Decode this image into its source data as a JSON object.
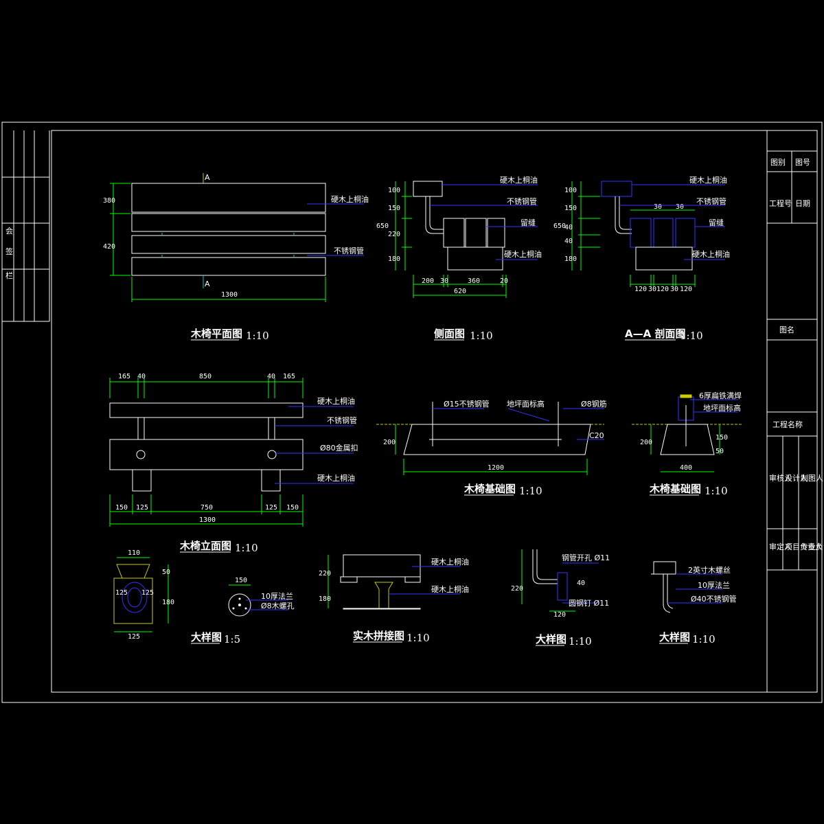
{
  "plan": {
    "title": "木椅平面图",
    "scale": "1:10",
    "dims": {
      "w": "1300",
      "h1": "380",
      "h2": "420"
    },
    "section_mark": "A",
    "labels": {
      "wood": "硬木上桐油",
      "pipe": "不锈钢管"
    }
  },
  "side": {
    "title": "侧面图",
    "scale": "1:10",
    "vdims": [
      "100",
      "150",
      "220",
      "180"
    ],
    "total": "650",
    "hdims": [
      "200",
      "30",
      "360",
      "20"
    ],
    "width": "620",
    "labels": {
      "wood": "硬木上桐油",
      "pipe": "不锈钢管",
      "gap": "留缝",
      "wood2": "硬木上桐油"
    }
  },
  "section": {
    "title": "A—A 剖面图",
    "scale": "1:10",
    "vdims": [
      "100",
      "150",
      "40",
      "40",
      "180"
    ],
    "total": "650",
    "top_dims": [
      "30",
      "30"
    ],
    "hdims": [
      "120",
      "30",
      "120",
      "30",
      "120"
    ],
    "labels": {
      "wood": "硬木上桐油",
      "pipe": "不锈钢管",
      "gap": "留缝",
      "wood2": "硬木上桐油"
    }
  },
  "elevation": {
    "title": "木椅立面图",
    "scale": "1:10",
    "top_dims": [
      "165",
      "40",
      "850",
      "40",
      "165"
    ],
    "bottom_dims": [
      "150",
      "125",
      "750",
      "125",
      "150"
    ],
    "total": "1300",
    "labels": {
      "wood": "硬木上桐油",
      "pipe": "不锈钢管",
      "cap": "Ø80金属扣",
      "wood2": "硬木上桐油"
    }
  },
  "foundation1": {
    "title": "木椅基础图",
    "scale": "1:10",
    "labels": {
      "pipe": "Ø15不锈钢管",
      "ground": "地坪面标高",
      "rebar": "Ø8钢筋",
      "concrete": "C20"
    },
    "dims": {
      "h": "200",
      "w": "1200"
    }
  },
  "foundation2": {
    "title": "木椅基础图",
    "scale": "1:10",
    "labels": {
      "plate": "6厚扁铁满焊",
      "ground": "地坪面标高"
    },
    "dims": {
      "h": "200",
      "h2": "150",
      "h3": "50",
      "w": "400"
    }
  },
  "detail1": {
    "title": "大样图",
    "scale": "1:5",
    "dims": {
      "top": "110",
      "side1": "50",
      "side2": "180",
      "bottom": "125",
      "l": "125",
      "r": "125"
    }
  },
  "detail_flange": {
    "dim": "150",
    "labels": {
      "flange": "10厚法兰",
      "hole": "Ø8木螺孔"
    }
  },
  "detail2": {
    "title": "实木拼接图",
    "scale": "1:10",
    "dims": {
      "h1": "220",
      "h2": "180"
    },
    "labels": {
      "wood": "硬木上桐油",
      "wood2": "硬木上桐油"
    }
  },
  "detail3": {
    "title": "大样图",
    "scale": "1:10",
    "labels": {
      "hole": "钢管开孔 Ø11",
      "nail": "圆钢钉 Ø11"
    },
    "dims": {
      "h": "220",
      "w": "120",
      "s": "40"
    }
  },
  "detail4": {
    "title": "大样图",
    "scale": "1:10",
    "labels": {
      "screw": "2英寸木螺丝",
      "flange": "10厚法兰",
      "pipe": "Ø40不锈钢管"
    }
  },
  "title_block": {
    "drawing_no": "图号",
    "date": "日期",
    "ref1": "图别",
    "ref2": "工程号",
    "name": "图名",
    "project": "工程名称",
    "roles": [
      "审核人",
      "设计人",
      "制图人",
      "审定人",
      "项目负责人",
      "专业负责人"
    ]
  },
  "left_strip": {
    "labels": [
      "会",
      "签",
      "栏"
    ]
  }
}
